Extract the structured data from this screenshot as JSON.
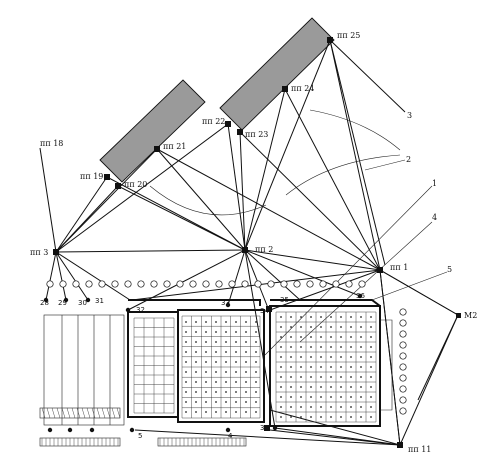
{
  "nodes": {
    "p1": "пп 1",
    "p2": "пп 2",
    "p3": "пп 3",
    "p11": "пп 11",
    "p18": "пп 18",
    "p19": "пп 19",
    "p20": "пп 20",
    "p21": "пп 21",
    "p22": "пп 22",
    "p23": "пп 23",
    "p24": "пп 24",
    "p25": "пп 25",
    "m2": "M2"
  },
  "callouts": [
    "1",
    "2",
    "3",
    "4",
    "5"
  ],
  "field_numbers": {
    "n3": "3",
    "n4": "4",
    "n5": "5",
    "n28": "28",
    "n29": "29",
    "n30": "30",
    "n31": "31",
    "n32": "32",
    "n33": "33",
    "n35": "35",
    "n36": "36",
    "n34": "34"
  }
}
